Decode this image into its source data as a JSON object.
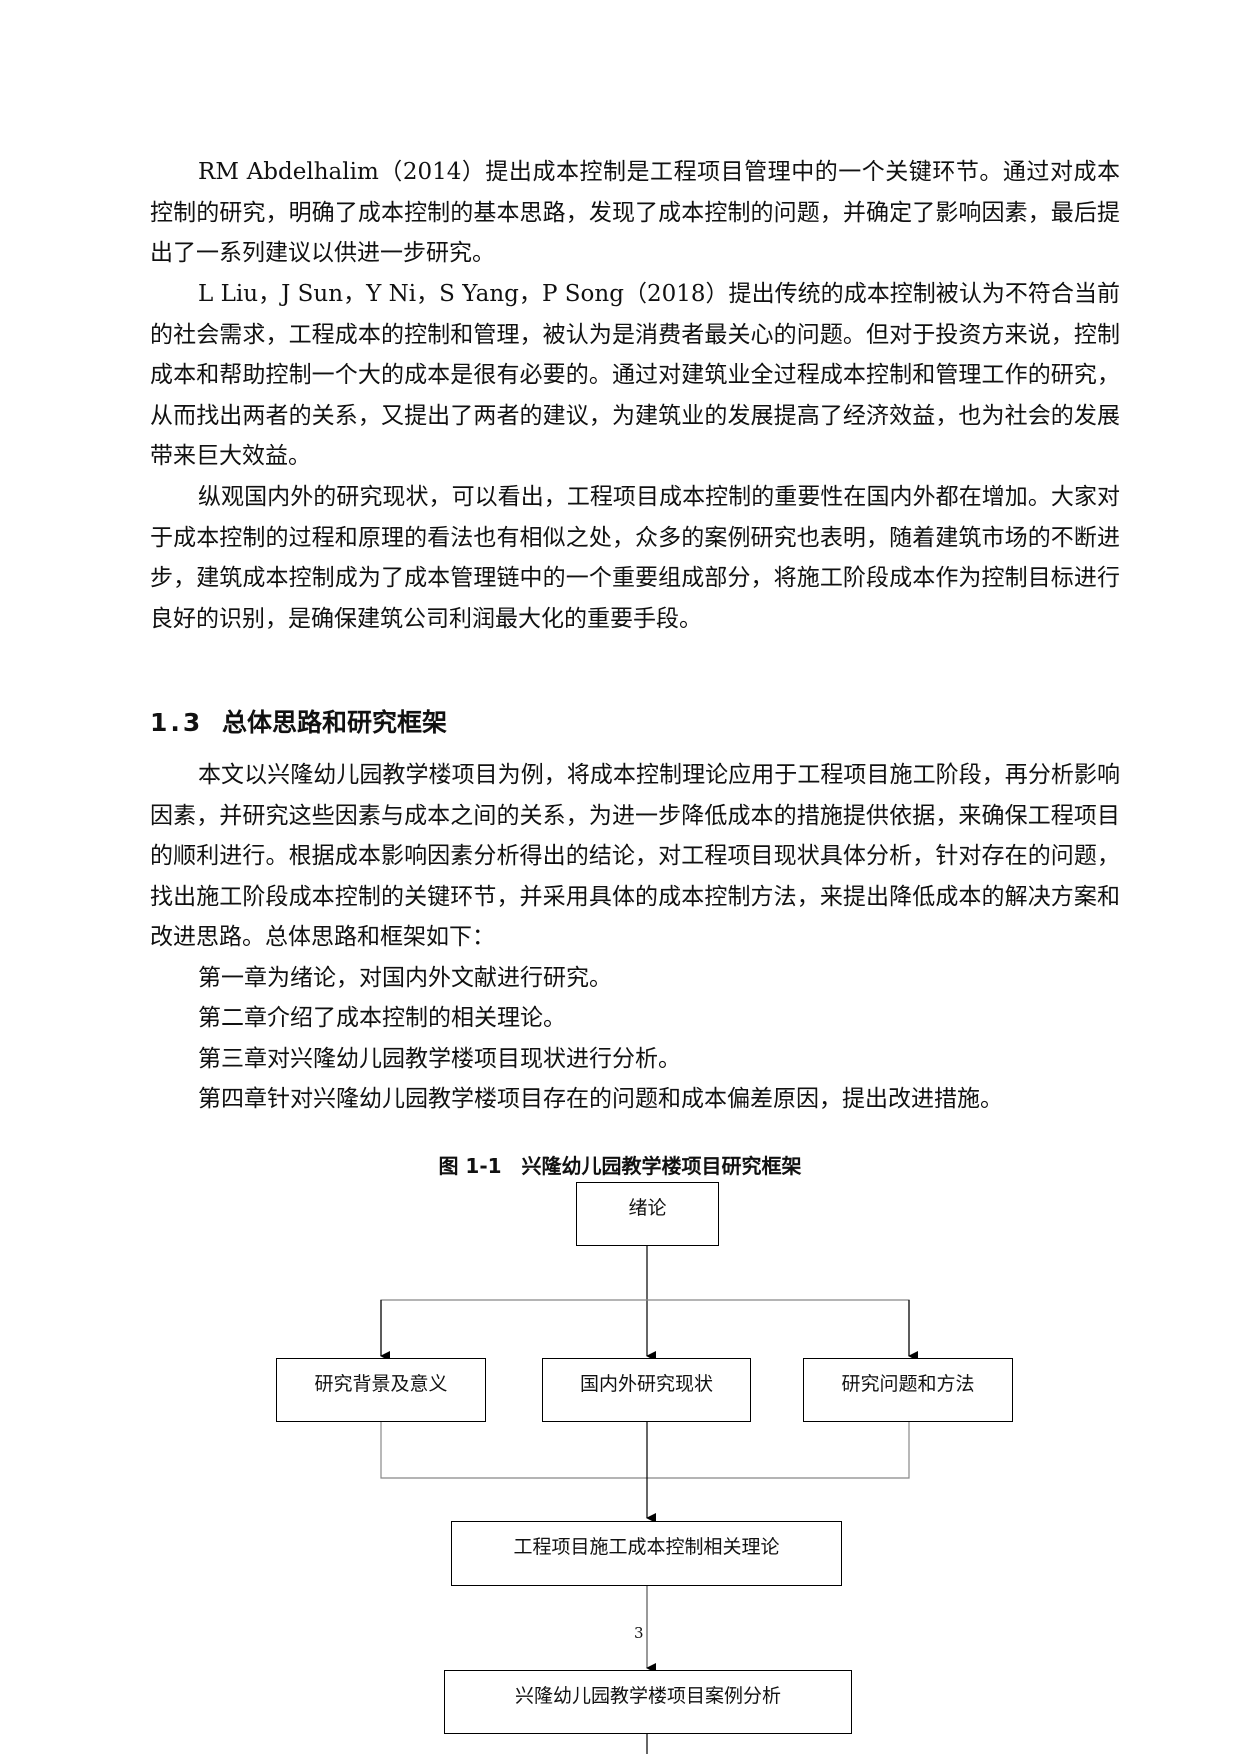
{
  "paragraphs": [
    "RM Abdelhalim（2014）提出成本控制是工程项目管理中的一个关键环节。通过对成本控制的研究，明确了成本控制的基本思路，发现了成本控制的问题，并确定了影响因素，最后提出了一系列建议以供进一步研究。",
    "L Liu，J Sun，Y Ni，S Yang，P Song（2018）提出传统的成本控制被认为不符合当前的社会需求，工程成本的控制和管理，被认为是消费者最关心的问题。但对于投资方来说，控制成本和帮助控制一个大的成本是很有必要的。通过对建筑业全过程成本控制和管理工作的研究，从而找出两者的关系，又提出了两者的建议，为建筑业的发展提高了经济效益，也为社会的发展带来巨大效益。",
    "纵观国内外的研究现状，可以看出，工程项目成本控制的重要性在国内外都在增加。大家对于成本控制的过程和原理的看法也有相似之处，众多的案例研究也表明，随着建筑市场的不断进步，建筑成本控制成为了成本管理链中的一个重要组成部分，将施工阶段成本作为控制目标进行良好的识别，是确保建筑公司利润最大化的重要手段。"
  ],
  "section": {
    "number": "1.3",
    "title": "总体思路和研究框架"
  },
  "section_paragraph": "本文以兴隆幼儿园教学楼项目为例，将成本控制理论应用于工程项目施工阶段，再分析影响因素，并研究这些因素与成本之间的关系，为进一步降低成本的措施提供依据，来确保工程项目的顺利进行。根据成本影响因素分析得出的结论，对工程项目现状具体分析，针对存在的问题，找出施工阶段成本控制的关键环节，并采用具体的成本控制方法，来提出降低成本的解决方案和改进思路。总体思路和框架如下：",
  "chapters": [
    "第一章为绪论，对国内外文献进行研究。",
    "第二章介绍了成本控制的相关理论。",
    "第三章对兴隆幼儿园教学楼项目现状进行分析。",
    "第四章针对兴隆幼儿园教学楼项目存在的问题和成本偏差原因，提出改进措施。"
  ],
  "figure": {
    "caption": "图 1-1　兴隆幼儿园教学楼项目研究框架",
    "nodes": {
      "intro": "绪论",
      "background": "研究背景及意义",
      "status": "国内外研究现状",
      "method": "研究问题和方法",
      "theory": "工程项目施工成本控制相关理论",
      "case": "兴隆幼儿园教学楼项目案例分析"
    }
  },
  "page_number": "3"
}
